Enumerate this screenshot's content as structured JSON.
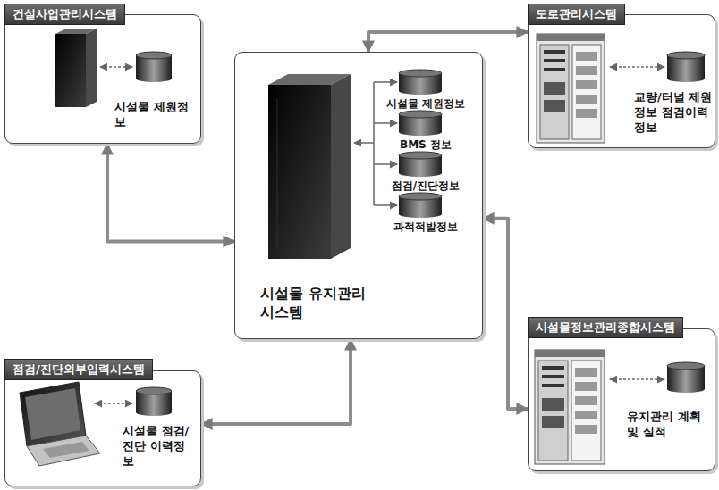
{
  "diagram": {
    "nodes": [
      {
        "text": [
          "건설사업관리시스템",
          "시설물 제원정보"
        ]
      },
      {
        "text": [
          "도로관리시스템",
          "교량/터널 제원정보 점검이력정보"
        ]
      },
      {
        "text": [
          "시설물 유지관리시스템",
          "시설물 제원정보",
          "BMS 정보",
          "점검/진단정보",
          "과적적발정보"
        ]
      },
      {
        "text": [
          "점검/진단외부입력시스템",
          "시설물 점검/진단 이력정보"
        ]
      },
      {
        "text": [
          "시설물정보관리종합시스템",
          "유지관리 계획 및 실적"
        ]
      }
    ],
    "edges": [
      {
        "from": 2,
        "to": 0,
        "arrow": "both"
      },
      {
        "from": 2,
        "to": 1,
        "arrow": "both"
      },
      {
        "from": 2,
        "to": 3,
        "arrow": "both"
      },
      {
        "from": 2,
        "to": 4,
        "arrow": "both"
      }
    ]
  }
}
